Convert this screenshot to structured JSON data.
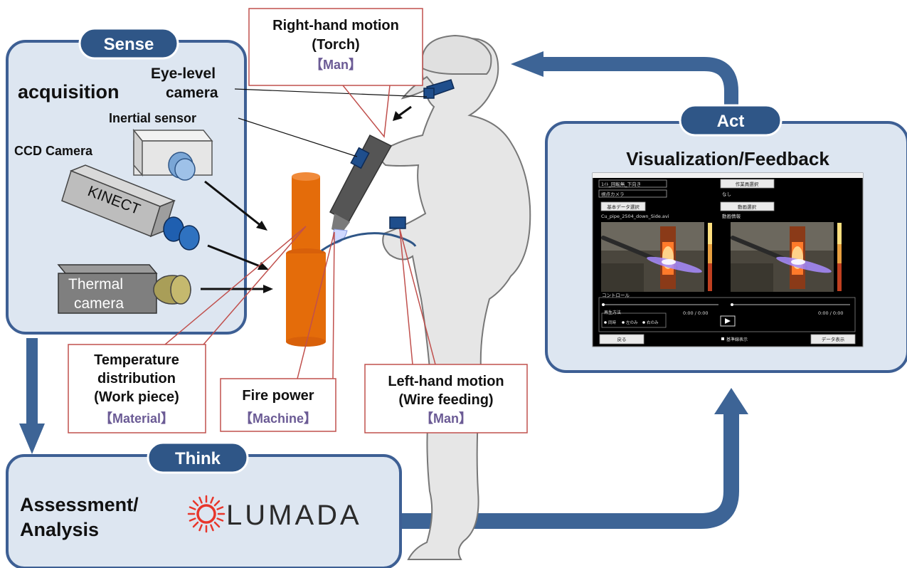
{
  "sense": {
    "tag": "Sense",
    "heading": "acquisition",
    "eye_camera": [
      "Eye-level",
      "camera"
    ],
    "inertial_sensor": "Inertial sensor",
    "ccd_camera": "CCD Camera",
    "kinect": "KINECT",
    "thermal_camera": [
      "Thermal",
      "camera"
    ]
  },
  "think": {
    "tag": "Think",
    "heading": [
      "Assessment/",
      "Analysis"
    ],
    "logo_text": "LUMADA"
  },
  "act": {
    "tag": "Act",
    "heading": "Visualization/Feedback",
    "screen": {
      "top_select_1": "1ｲﾄ_回転無_下向き",
      "top_select_2": "視点カメラ",
      "btn_select_worker": "作業員選択",
      "none_label": "なし",
      "btn_basic_data": "基本データ選択",
      "btn_video_data": "動画選択",
      "file_name": "Cu_pipe_2504_down_Side.avi",
      "video_info": "動画情報",
      "control_label": "コントロール",
      "playback_label": "再生方法",
      "radio_options": [
        "同時",
        "左のみ",
        "右のみ"
      ],
      "time_left": "0:00 / 0:00",
      "time_right": "0:00 / 0:00",
      "btn_back": "戻る",
      "checkbox_label": "基準線表示",
      "btn_data_display": "データ表示"
    }
  },
  "callouts": {
    "right_hand": {
      "lines": [
        "Right-hand motion",
        "(Torch)"
      ],
      "category": "【Man】"
    },
    "temperature": {
      "lines": [
        "Temperature",
        "distribution",
        "(Work piece)"
      ],
      "category": "【Material】"
    },
    "fire_power": {
      "lines": [
        "Fire power"
      ],
      "category": "【Machine】"
    },
    "left_hand": {
      "lines": [
        "Left-hand motion",
        "(Wire feeding)"
      ],
      "category": "【Man】"
    }
  },
  "colors": {
    "panel_fill": "#dde6f1",
    "panel_border": "#3d5f94",
    "tag_fill": "#2f5687",
    "arrow": "#3d6496",
    "callout_border": "#c0504d",
    "category_text": "#6b5b95",
    "copper": "#e46c0a",
    "figure_fill": "#e6e6e6",
    "device_blue": "#1f4e8c"
  }
}
